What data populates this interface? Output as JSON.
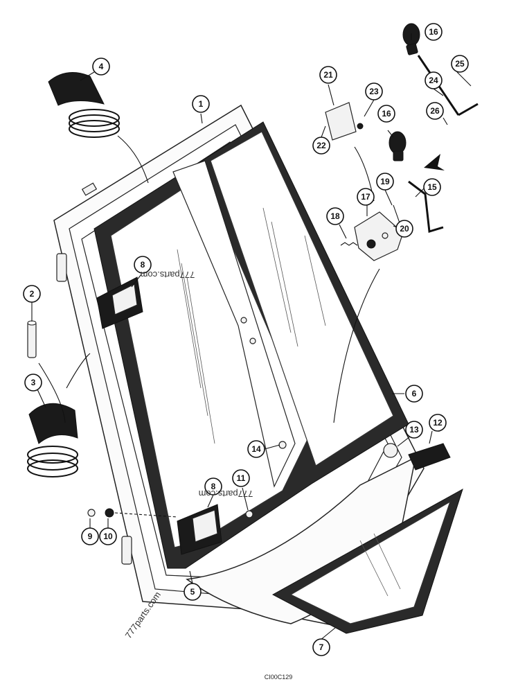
{
  "callouts": [
    {
      "id": "c1",
      "label": "1"
    },
    {
      "id": "c2",
      "label": "2"
    },
    {
      "id": "c3",
      "label": "3"
    },
    {
      "id": "c4",
      "label": "4"
    },
    {
      "id": "c5",
      "label": "5"
    },
    {
      "id": "c6",
      "label": "6"
    },
    {
      "id": "c7",
      "label": "7"
    },
    {
      "id": "c8a",
      "label": "8"
    },
    {
      "id": "c8b",
      "label": "8"
    },
    {
      "id": "c9",
      "label": "9"
    },
    {
      "id": "c10",
      "label": "10"
    },
    {
      "id": "c11",
      "label": "11"
    },
    {
      "id": "c12",
      "label": "12"
    },
    {
      "id": "c13",
      "label": "13"
    },
    {
      "id": "c14",
      "label": "14"
    },
    {
      "id": "c15",
      "label": "15"
    },
    {
      "id": "c16a",
      "label": "16"
    },
    {
      "id": "c16b",
      "label": "16"
    },
    {
      "id": "c17",
      "label": "17"
    },
    {
      "id": "c18",
      "label": "18"
    },
    {
      "id": "c19",
      "label": "19"
    },
    {
      "id": "c20",
      "label": "20"
    },
    {
      "id": "c21",
      "label": "21"
    },
    {
      "id": "c22",
      "label": "22"
    },
    {
      "id": "c23",
      "label": "23"
    },
    {
      "id": "c24",
      "label": "24"
    },
    {
      "id": "c25",
      "label": "25"
    },
    {
      "id": "c26",
      "label": "26"
    }
  ],
  "watermarks": {
    "top": "777parts.com",
    "middle": "777parts.com",
    "bottom": "777parts.com"
  },
  "figure_code": "CI00C129"
}
